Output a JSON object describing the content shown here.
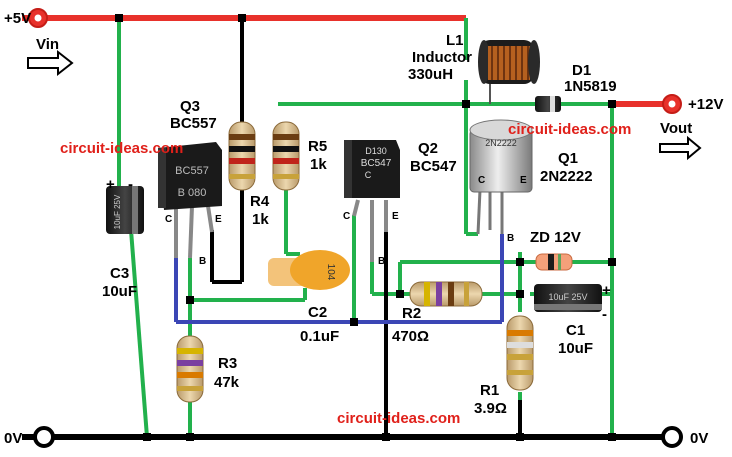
{
  "rails": {
    "vin_voltage": "+5V",
    "vin_label": "Vin",
    "gnd_left": "0V",
    "gnd_right": "0V",
    "vout_voltage": "+12V",
    "vout_label": "Vout"
  },
  "components": {
    "L1": {
      "ref": "L1",
      "type": "Inductor",
      "value": "330uH"
    },
    "D1": {
      "ref": "D1",
      "value": "1N5819"
    },
    "Q1": {
      "ref": "Q1",
      "value": "2N2222",
      "marking": "2N2222"
    },
    "Q2": {
      "ref": "Q2",
      "value": "BC547",
      "marking1": "D130",
      "marking2": "BC547",
      "marking3": "C"
    },
    "Q3": {
      "ref": "Q3",
      "value": "BC557",
      "marking1": "BC557",
      "marking2": "B 080"
    },
    "R1": {
      "ref": "R1",
      "value": "3.9Ω"
    },
    "R2": {
      "ref": "R2",
      "value": "470Ω"
    },
    "R3": {
      "ref": "R3",
      "value": "47k"
    },
    "R4": {
      "ref": "R4",
      "value": "1k"
    },
    "R5": {
      "ref": "R5",
      "value": "1k"
    },
    "C1": {
      "ref": "C1",
      "value": "10uF",
      "marking": "10uF 25V"
    },
    "C2": {
      "ref": "C2",
      "value": "0.1uF",
      "marking": "104"
    },
    "C3": {
      "ref": "C3",
      "value": "10uF",
      "marking": "10uF 25V"
    },
    "ZD": {
      "ref": "ZD 12V"
    }
  },
  "pins": {
    "c": "C",
    "b": "B",
    "e": "E"
  },
  "polarity": {
    "plus": "+",
    "minus": "-"
  },
  "watermark": "circuit-ideas.com",
  "colors": {
    "supply_wire": "#e8312b",
    "green_wire": "#22b14c",
    "black_wire": "#000000",
    "blue_wire": "#3b46b5",
    "watermark": "#e0201a"
  }
}
